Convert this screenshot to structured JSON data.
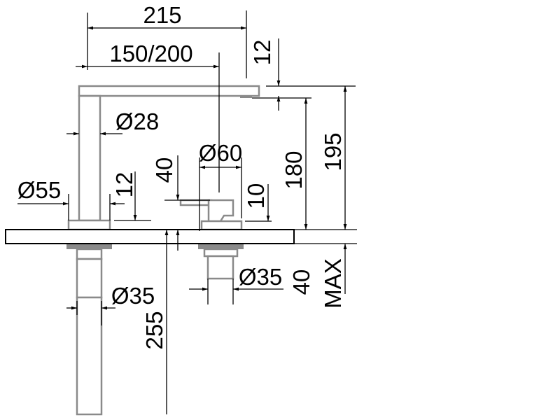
{
  "dimensions": {
    "overall_reach": "215",
    "spout_reach": "150/200",
    "spout_thickness": "12",
    "spout_diameter": "Ø28",
    "base_diameter": "Ø55",
    "base_height": "12",
    "lever_height": "40",
    "mixer_diameter": "Ø60",
    "mixer_base_height": "10",
    "outlet_height": "180",
    "total_height": "195",
    "pipe_diameter_left": "Ø35",
    "pipe_length": "255",
    "pipe_diameter_right": "Ø35",
    "deck_thickness_value": "40",
    "deck_thickness_max": "MAX"
  }
}
